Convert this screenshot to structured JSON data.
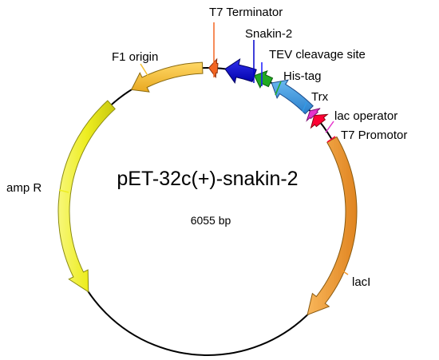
{
  "plasmid": {
    "name": "pET-32c(+)-snakin-2",
    "size": "6055 bp"
  },
  "features": [
    {
      "id": "t7-terminator",
      "label": "T7 Terminator",
      "color": "#f26522",
      "type": "marker"
    },
    {
      "id": "snakin-2",
      "label": "Snakin-2",
      "color": "#0000cc",
      "type": "arc-arrow"
    },
    {
      "id": "tev-cleavage-site",
      "label": "TEV cleavage site",
      "color": "#1a1aff",
      "type": "marker"
    },
    {
      "id": "his-tag",
      "label": "His-tag",
      "color": "#22aa22",
      "type": "marker"
    },
    {
      "id": "trx",
      "label": "Trx",
      "color": "#3399e6",
      "type": "arc-arrow"
    },
    {
      "id": "lac-operator",
      "label": "lac operator",
      "color": "#e633cc",
      "type": "marker"
    },
    {
      "id": "t7-promotor",
      "label": "T7 Promotor",
      "color": "#ff0033",
      "type": "marker"
    },
    {
      "id": "laci",
      "label": "lacI",
      "color": "#f0962d",
      "type": "arc-arrow"
    },
    {
      "id": "amp-r",
      "label": "amp R",
      "color": "#eeee22",
      "type": "arc-arrow"
    },
    {
      "id": "f1-origin",
      "label": "F1 origin",
      "color": "#f5c033",
      "type": "arc-arrow"
    }
  ]
}
